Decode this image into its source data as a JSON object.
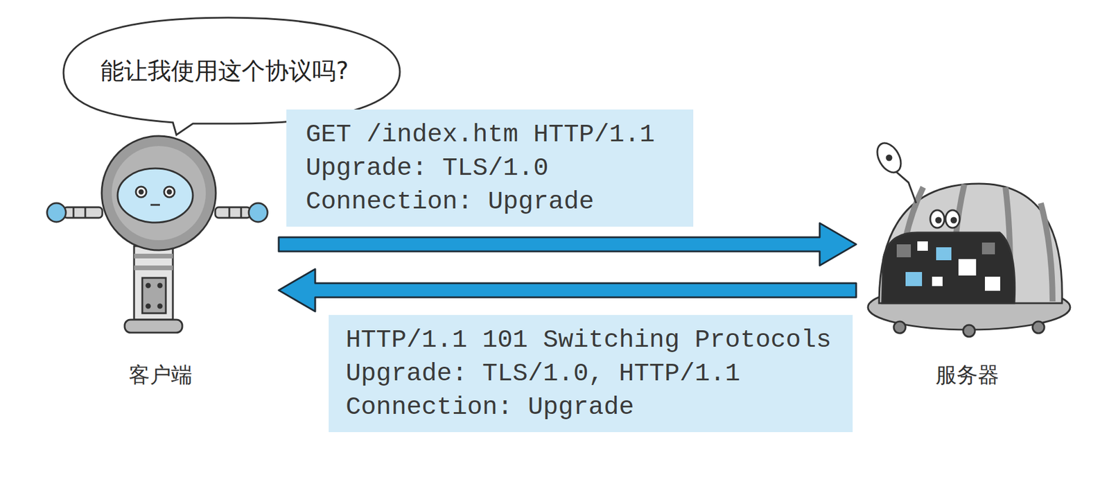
{
  "diagram": {
    "nodes": [
      {
        "text": [
          "能让我使用这个协议吗?"
        ]
      },
      {
        "text": [
          "客户端"
        ]
      },
      {
        "text": [
          "GET /index.htm HTTP/1.1",
          "Upgrade: TLS/1.0",
          "Connection: Upgrade"
        ]
      },
      {
        "text": [
          "服务器"
        ]
      },
      {
        "text": [
          "HTTP/1.1 101 Switching Protocols",
          "Upgrade: TLS/1.0, HTTP/1.1",
          "Connection: Upgrade"
        ]
      }
    ],
    "edges": [
      {
        "from": 1,
        "to": 3,
        "arrow": "to"
      },
      {
        "from": 3,
        "to": 1,
        "arrow": "to"
      }
    ]
  }
}
